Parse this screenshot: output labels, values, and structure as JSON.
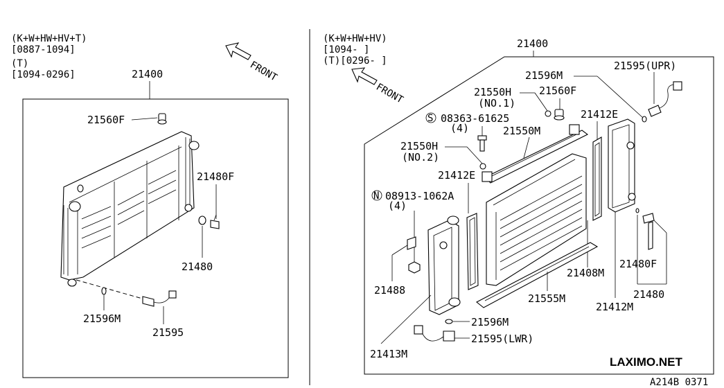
{
  "left_panel": {
    "header": [
      "(K+W+HW+HV+T)",
      "[0887-1094]",
      "(T)",
      "[1094-0296]"
    ],
    "front_label": "FRONT",
    "labels": {
      "radiator": "21400",
      "cap": "21560F",
      "drain_plug": "21480F",
      "plug": "21480",
      "washer": "21596M",
      "sensor": "21595"
    }
  },
  "right_panel": {
    "header": [
      "(K+W+HW+HV)",
      "[1094-     ]",
      "(T)[0296-     ]"
    ],
    "front_label": "FRONT",
    "labels": {
      "radiator": "21400",
      "washer_upr": "21596M",
      "sensor_upr": "21595(UPR)",
      "bolt_no1": [
        "21550H",
        "(NO.1)"
      ],
      "cap": "21560F",
      "screw_code": "08363-61625",
      "screw_qty": "(4)",
      "seal_r": "21412E",
      "upper_bracket": "21550M",
      "bolt_no2": [
        "21550H",
        "(NO.2)"
      ],
      "seal_l": "21412E",
      "nut_code": "08913-1062A",
      "nut_qty": "(4)",
      "clip": "21488",
      "core": "21408M",
      "drain_plug": "21480F",
      "plug": "21480",
      "lower_bracket": "21555M",
      "tank_r": "21412M",
      "washer_lwr": "21596M",
      "sensor_lwr": "21595(LWR)",
      "tank_l": "21413M"
    },
    "symbol_s": "S",
    "symbol_n": "N"
  },
  "brand": "LAXIMO.NET",
  "reference": "A214B 0371"
}
